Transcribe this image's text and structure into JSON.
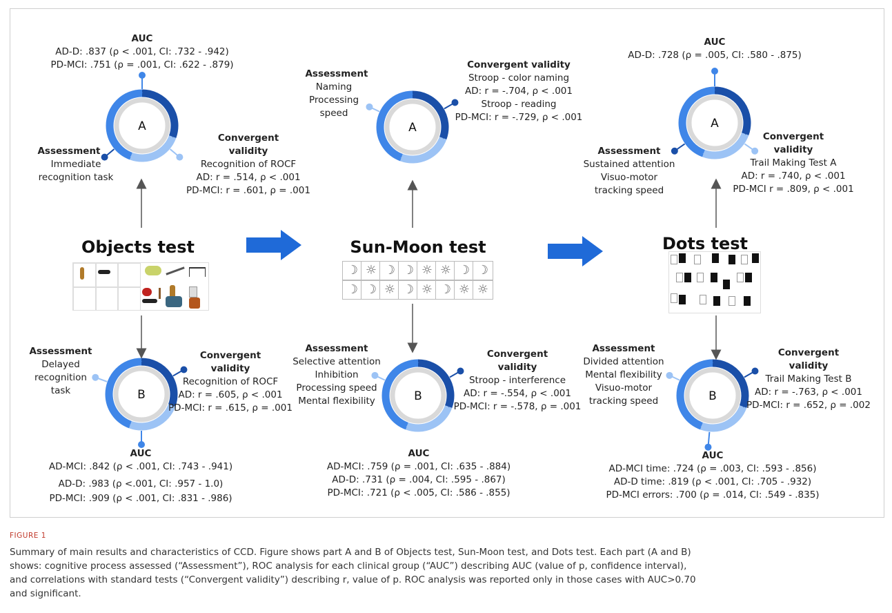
{
  "flow_arrows": [
    "right-arrow-1",
    "right-arrow-2"
  ],
  "colors": {
    "dark_blue": "#1a4fa8",
    "mid_blue": "#3f86e8",
    "light_blue": "#9cc3f5",
    "arrow_blue": "#1f6ad8",
    "ring_grey": "#d9d9d9"
  },
  "tests": [
    {
      "title": "Objects test",
      "A": {
        "ring_label": "A",
        "auc_title": "AUC",
        "auc_lines": [
          "AD-D: .837 (ρ < .001, CI: .732 - .942)",
          "PD-MCI: .751 (ρ = .001, CI: .622 - .879)"
        ],
        "assessment_title": "Assessment",
        "assessment_lines": [
          "Immediate",
          "recognition task"
        ],
        "validity_title": [
          "Convergent",
          "validity"
        ],
        "validity_lines": [
          "Recognition of ROCF",
          "AD: r = .514, ρ < .001",
          "PD-MCI: r = .601, ρ = .001"
        ]
      },
      "B": {
        "ring_label": "B",
        "auc_title": "AUC",
        "auc_lines": [
          "AD-MCI: .842 (ρ < .001, CI: .743 - .941)",
          "AD-D: .983 (ρ <.001, CI: .957 - 1.0)",
          "PD-MCI: .909 (ρ < .001, CI: .831 - .986)"
        ],
        "assessment_title": "Assessment",
        "assessment_lines": [
          "Delayed",
          "recognition",
          "task"
        ],
        "validity_title": [
          "Convergent",
          "validity"
        ],
        "validity_lines": [
          "Recognition of ROCF",
          "AD: r = .605, ρ < .001",
          "PD-MCI: r = .615, ρ = .001"
        ]
      }
    },
    {
      "title": "Sun-Moon test",
      "A": {
        "ring_label": "A",
        "assessment_title": "Assessment",
        "assessment_lines": [
          "Naming",
          "Processing",
          "speed"
        ],
        "validity_title": [
          "Convergent validity"
        ],
        "validity_lines": [
          "Stroop - color naming",
          "AD: r = -.704, ρ < .001",
          "Stroop - reading",
          "PD-MCI: r = -.729, ρ < .001"
        ]
      },
      "B": {
        "ring_label": "B",
        "auc_title": "AUC",
        "auc_lines": [
          "AD-MCI: .759 (ρ = .001, CI: .635 - .884)",
          "AD-D: .731 (ρ = .004, CI: .595 - .867)",
          "PD-MCI: .721 (ρ < .005, CI: .586 - .855)"
        ],
        "assessment_title": "Assessment",
        "assessment_lines": [
          "Selective attention",
          "Inhibition",
          "Processing speed",
          "Mental flexibility"
        ],
        "validity_title": [
          "Convergent",
          "validity"
        ],
        "validity_lines": [
          "Stroop - interference",
          "AD: r = -.554, ρ < .001",
          "PD-MCI: r = -.578, ρ = .001"
        ]
      }
    },
    {
      "title": "Dots test",
      "A": {
        "ring_label": "A",
        "auc_title": "AUC",
        "auc_lines": [
          "AD-D: .728 (ρ = .005, CI: .580 - .875)"
        ],
        "assessment_title": "Assessment",
        "assessment_lines": [
          "Sustained attention",
          "Visuo-motor",
          "tracking speed"
        ],
        "validity_title": [
          "Convergent",
          "validity"
        ],
        "validity_lines": [
          "Trail Making Test A",
          "AD: r = .740, ρ < .001",
          "PD-MCI r = .809, ρ < .001"
        ]
      },
      "B": {
        "ring_label": "B",
        "auc_title": "AUC",
        "auc_lines": [
          "AD-MCI time: .724 (ρ = .003, CI: .593 - .856)",
          "AD-D time: .819 (ρ < .001, CI: .705 - .932)",
          "PD-MCI errors: .700 (ρ = .014, CI: .549 - .835)"
        ],
        "assessment_title": "Assessment",
        "assessment_lines": [
          "Divided attention",
          "Mental flexibility",
          "Visuo-motor",
          "tracking speed"
        ],
        "validity_title": [
          "Convergent",
          "validity"
        ],
        "validity_lines": [
          "Trail Making Test B",
          "AD: r = -.763, ρ < .001",
          "PD-MCI: r = .652, ρ = .002"
        ]
      }
    }
  ],
  "sun_moon_grid": {
    "row1": [
      "moon",
      "sun",
      "moon",
      "moon",
      "sun",
      "sun",
      "moon",
      "moon"
    ],
    "row2": [
      "moon",
      "moon",
      "sun",
      "moon",
      "sun",
      "moon",
      "sun",
      "sun"
    ],
    "moon_glyph": "☽",
    "sun_glyph": "☼"
  },
  "caption": {
    "label": "FIGURE 1",
    "text_1": "Summary of main results and characteristics of CCD. Figure shows part A and B of Objects test, Sun-Moon test, and Dots test. Each part (A and B)",
    "text_2": "shows: cognitive process assessed (“Assessment”), ROC analysis for each clinical group (“AUC”) describing AUC (value of p, confidence interval),",
    "text_3": "and correlations with standard tests (“Convergent validity”) describing r, value of p. ROC analysis was reported only in those cases with AUC>0.70",
    "text_4": "and significant."
  }
}
